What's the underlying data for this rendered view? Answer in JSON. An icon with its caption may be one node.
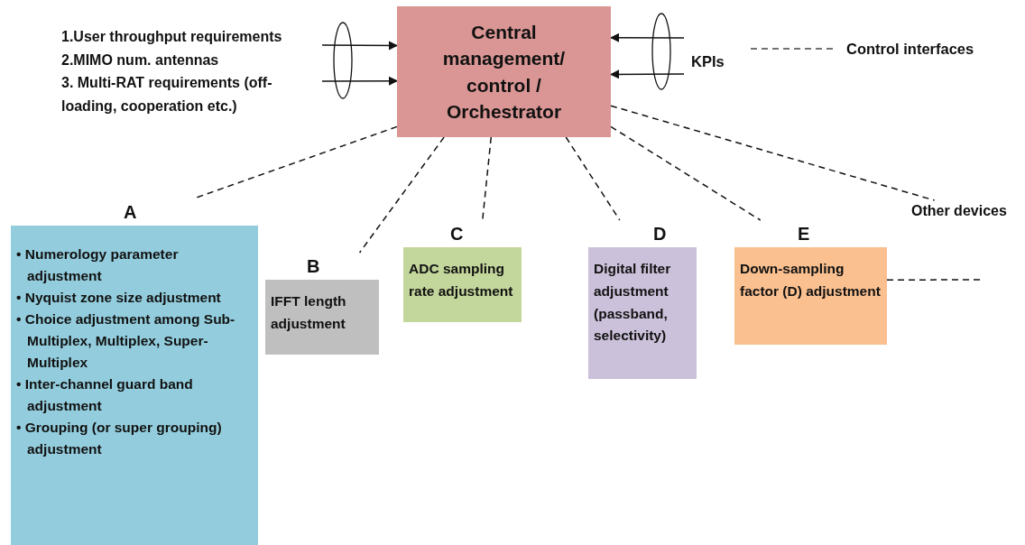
{
  "diagram": {
    "nodes": [
      {
        "text": [
          "Central management/ control / Orchestrator"
        ]
      },
      {
        "text": [
          "A",
          "• Numerology parameter adjustment",
          "• Nyquist zone size adjustment",
          "• Choice adjustment among Sub-Multiplex, Multiplex, Super-Multiplex",
          "• Inter-channel guard band adjustment",
          "• Grouping (or super grouping) adjustment"
        ]
      },
      {
        "text": [
          "B",
          "IFFT length adjustment"
        ]
      },
      {
        "text": [
          "C",
          "ADC sampling rate adjustment"
        ]
      },
      {
        "text": [
          "D",
          "Digital filter adjustment (passband, selectivity)"
        ]
      },
      {
        "text": [
          "E",
          "Down-sampling factor (D) adjustment"
        ]
      },
      {
        "text": [
          "Other devices"
        ]
      },
      {
        "text": [],
        "shape": "ellipse"
      },
      {
        "text": [],
        "shape": "ellipse"
      }
    ],
    "edges": [
      {
        "from": 0,
        "to": 1,
        "arrow": "none",
        "style": "dashed"
      },
      {
        "from": 0,
        "to": 2,
        "arrow": "none",
        "style": "dashed"
      },
      {
        "from": 0,
        "to": 3,
        "arrow": "none",
        "style": "dashed"
      },
      {
        "from": 0,
        "to": 4,
        "arrow": "none",
        "style": "dashed"
      },
      {
        "from": 0,
        "to": 5,
        "arrow": "none",
        "style": "dashed"
      },
      {
        "from": 0,
        "to": 6,
        "arrow": "none",
        "style": "dashed"
      },
      {
        "from": 5,
        "to": null,
        "arrow": "none",
        "style": "dashed"
      },
      {
        "from": null,
        "to": 0,
        "arrow": "to"
      },
      {
        "from": null,
        "to": 0,
        "arrow": "to"
      },
      {
        "from": null,
        "to": 0,
        "arrow": "to"
      },
      {
        "from": null,
        "to": 0,
        "arrow": "to"
      }
    ],
    "labels": [
      "1.User throughput requirements",
      "2.MIMO num. antennas",
      "3. Multi-RAT requirements (off-loading, cooperation etc.)",
      "KPIs"
    ],
    "legend": [
      {
        "text": "Control interfaces"
      }
    ]
  }
}
